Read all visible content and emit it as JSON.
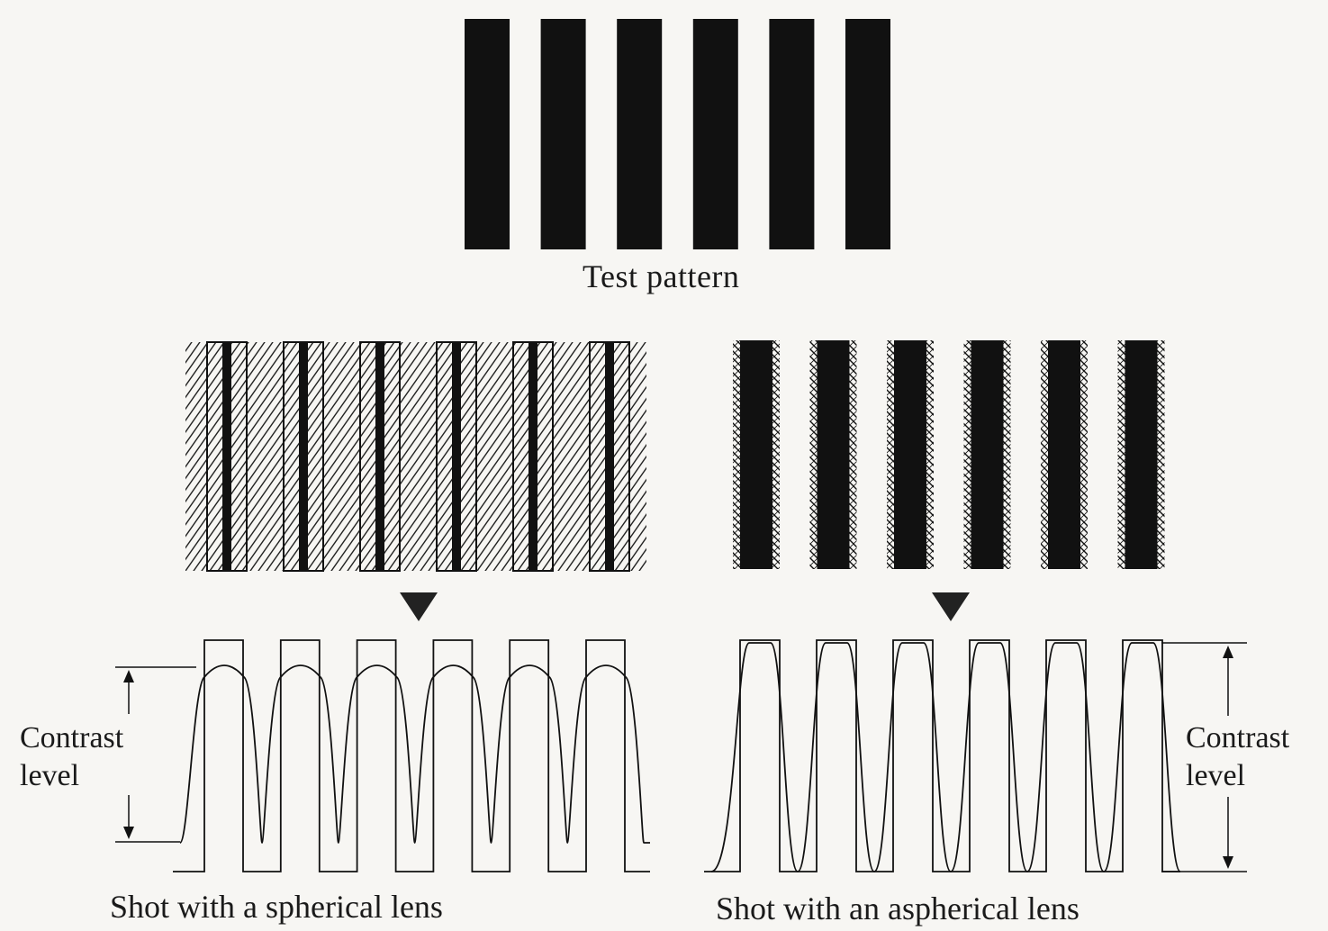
{
  "test_pattern": {
    "label": "Test pattern",
    "bar_count": 6
  },
  "spherical": {
    "contrast_label_line1": "Contrast",
    "contrast_label_line2": "level",
    "caption": "Shot with a spherical lens"
  },
  "aspherical": {
    "contrast_label_line1": "Contrast",
    "contrast_label_line2": "level",
    "caption": "Shot with an aspherical lens"
  },
  "colors": {
    "ink": "#111111",
    "paper": "#f7f6f3"
  }
}
